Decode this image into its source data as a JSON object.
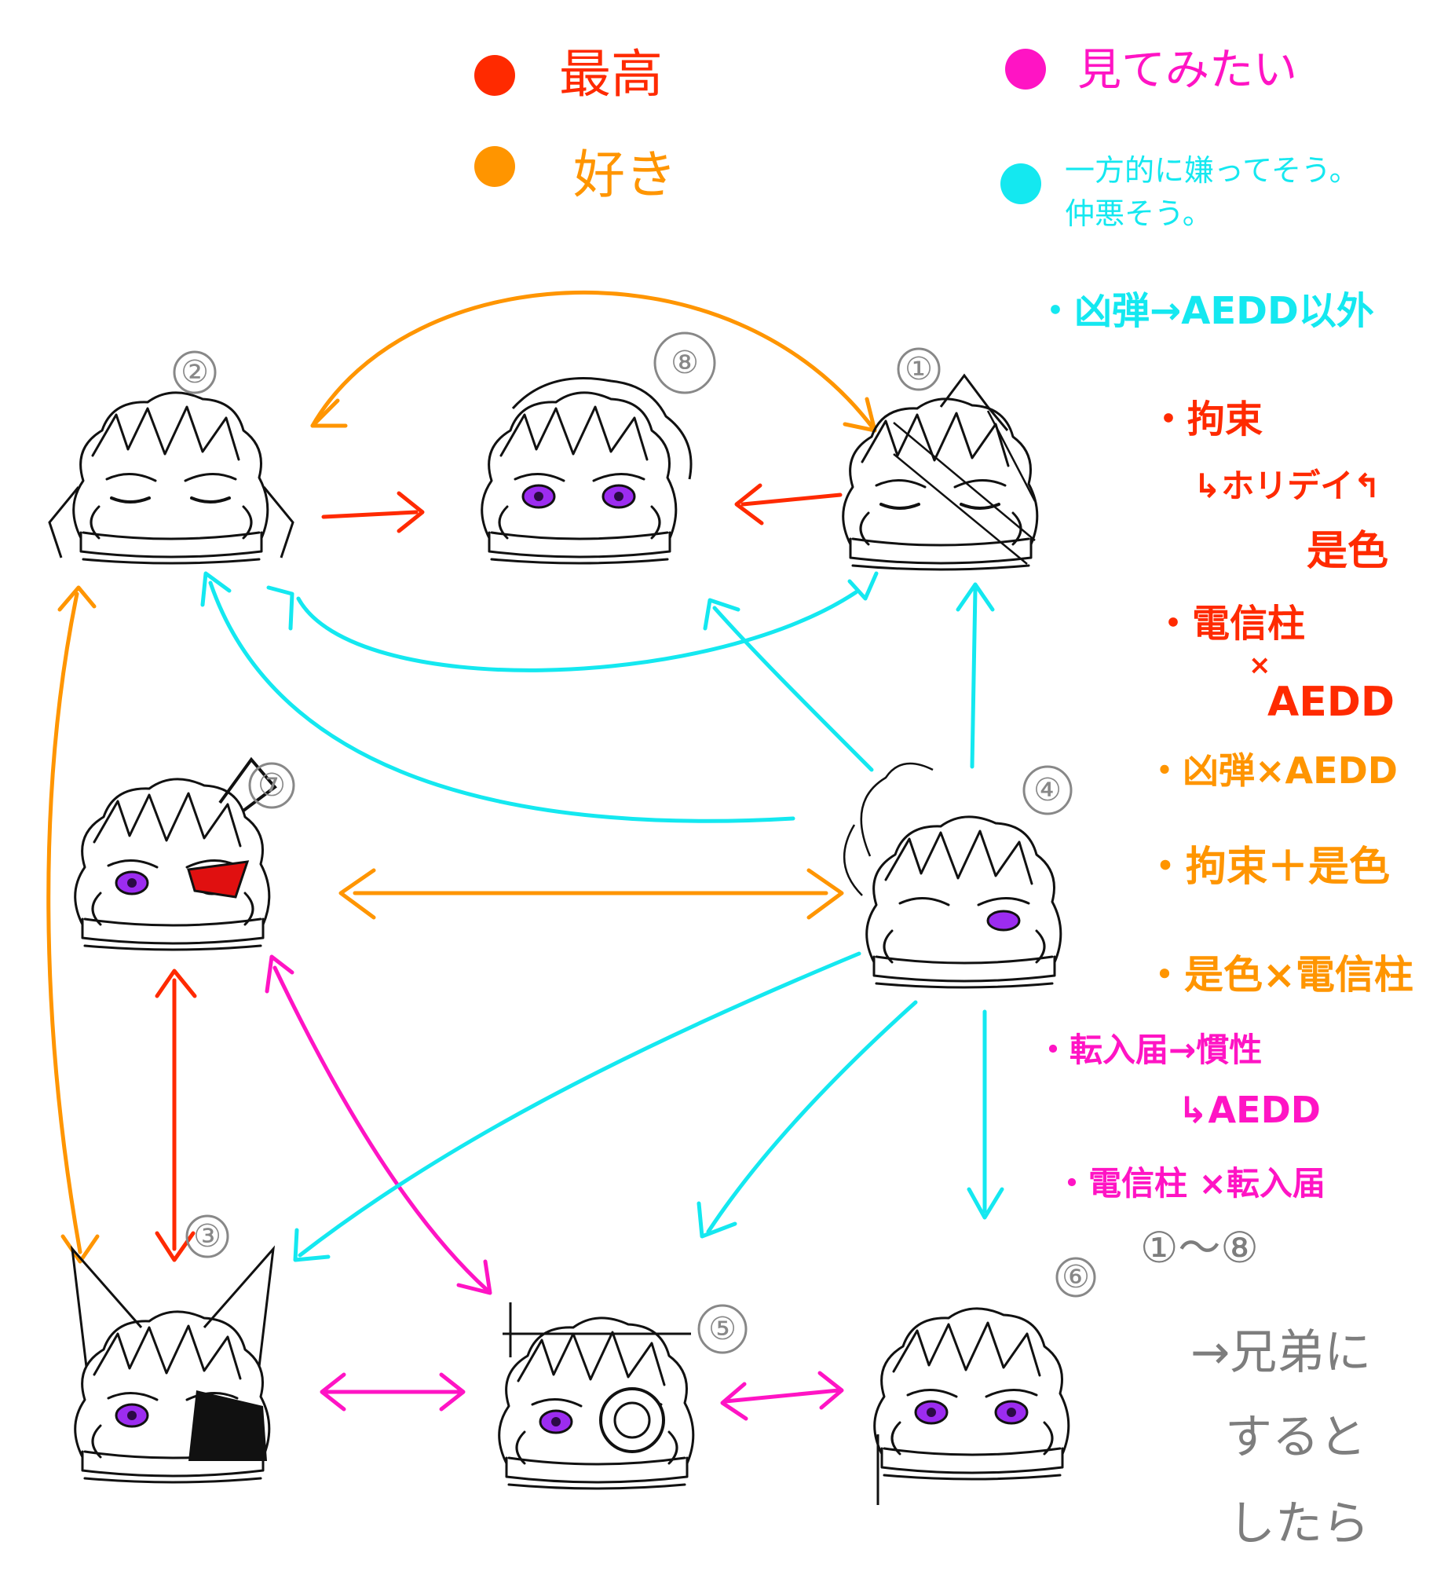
{
  "legend": [
    {
      "color": "#ff2a00",
      "label": "最高"
    },
    {
      "color": "#ff9500",
      "label": "好き"
    },
    {
      "color": "#ff14c4",
      "label": "見てみたい"
    },
    {
      "color": "#14e8f0",
      "label": "一方的に嫌ってそう。\n仲悪そう。"
    }
  ],
  "nodes": [
    {
      "num": "①"
    },
    {
      "num": "②"
    },
    {
      "num": "③"
    },
    {
      "num": "④"
    },
    {
      "num": "⑤"
    },
    {
      "num": "⑥"
    },
    {
      "num": "⑦"
    },
    {
      "num": "⑧"
    }
  ],
  "notes": [
    {
      "text": "・凶弾→AEDD以外",
      "color": "#14e8f0"
    },
    {
      "text": "・拘束",
      "color": "#ff2a00"
    },
    {
      "text": "↳ホリデイ↰",
      "color": "#ff2a00"
    },
    {
      "text": "是色",
      "color": "#ff2a00"
    },
    {
      "text": "・電信柱",
      "color": "#ff2a00"
    },
    {
      "text": "×",
      "color": "#ff2a00"
    },
    {
      "text": "AEDD",
      "color": "#ff2a00"
    },
    {
      "text": "・凶弾×AEDD",
      "color": "#ff9500"
    },
    {
      "text": "・拘束＋是色",
      "color": "#ff9500"
    },
    {
      "text": "・是色×電信柱",
      "color": "#ff9500"
    },
    {
      "text": "・転入届→慣性",
      "color": "#ff14c4"
    },
    {
      "text": "↳AEDD",
      "color": "#ff14c4"
    },
    {
      "text": "・電信柱 ×転入届",
      "color": "#ff14c4"
    },
    {
      "text": "①〜⑧",
      "color": "#7d7d7d"
    },
    {
      "text": "→兄弟に",
      "color": "#7d7d7d"
    },
    {
      "text": "すると",
      "color": "#7d7d7d"
    },
    {
      "text": "したら",
      "color": "#7d7d7d"
    }
  ]
}
